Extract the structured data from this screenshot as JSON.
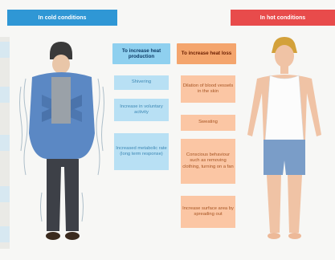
{
  "headers": {
    "cold": "In cold conditions",
    "hot": "In hot conditions"
  },
  "heat_production": {
    "title": "To increase heat production",
    "items": [
      "Shivering",
      "Increase in voluntary activity",
      "Increased metabolic rate (long term response)"
    ]
  },
  "heat_loss": {
    "title": "To increase heat loss",
    "items": [
      "Dilation of blood vessels in the skin",
      "Sweating",
      "Conscious behaviour such as removing clothing, turning on a fan",
      "Increase surface area by spreading out"
    ]
  },
  "colors": {
    "cold": "#2f97d5",
    "hot": "#e84b4b",
    "production_box": "#b8e0f4",
    "loss_box": "#fbc6a4"
  }
}
